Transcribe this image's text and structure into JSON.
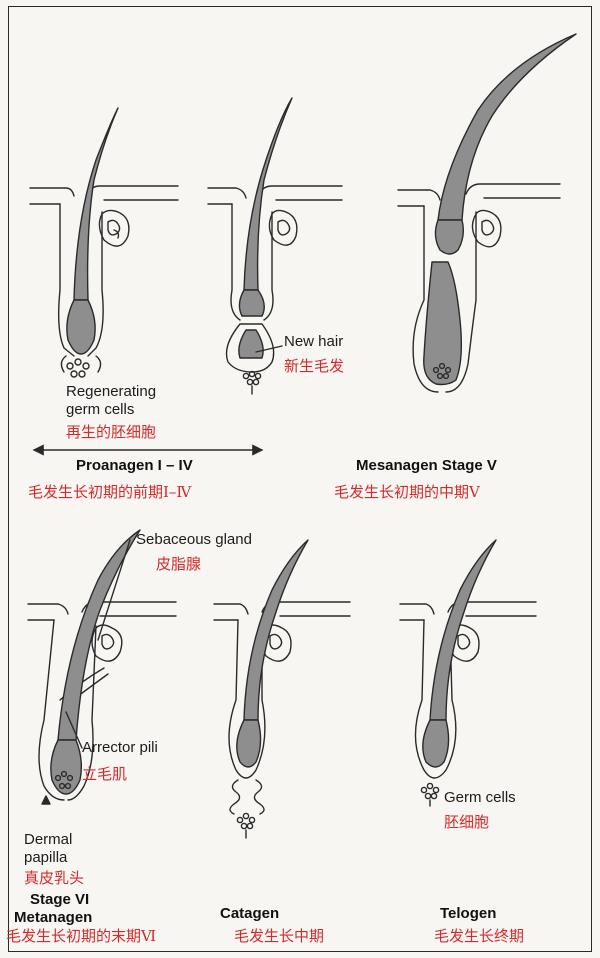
{
  "panels": {
    "proanagen": {
      "label_en": "Proanagen I – IV",
      "label_cn": "毛发生长初期的前期Ⅰ–Ⅳ",
      "germ_en_1": "Regenerating",
      "germ_en_2": "germ cells",
      "germ_cn": "再生的胚细胞",
      "new_hair_en": "New hair",
      "new_hair_cn": "新生毛发"
    },
    "mesanagen": {
      "label_en": "Mesanagen Stage V",
      "label_cn": "毛发生长初期的中期Ⅴ"
    },
    "metanagen": {
      "sebaceous_en": "Sebaceous gland",
      "sebaceous_cn": "皮脂腺",
      "arrector_en": "Arrector pili",
      "arrector_cn": "立毛肌",
      "dermal_en_1": "Dermal",
      "dermal_en_2": "papilla",
      "dermal_cn": "真皮乳头",
      "stage_en": "Stage VI",
      "label_en": "Metanagen",
      "label_cn": "毛发生长初期的末期Ⅵ"
    },
    "catagen": {
      "label_en": "Catagen",
      "label_cn": "毛发生长中期"
    },
    "telogen": {
      "germ_en": "Germ cells",
      "germ_cn": "胚细胞",
      "label_en": "Telogen",
      "label_cn": "毛发生长终期"
    }
  },
  "colors": {
    "label_text": "#1c1c1c",
    "translation_text": "#d62a2a",
    "hair_fill": "#8e8e8e",
    "line": "#2a2a2a"
  }
}
